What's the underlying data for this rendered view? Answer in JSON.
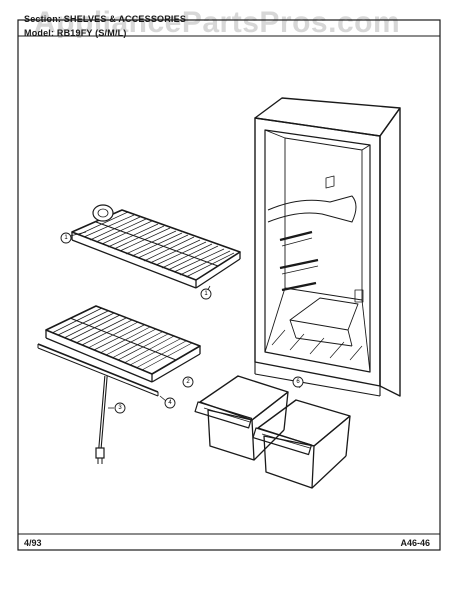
{
  "header": {
    "section": "Section: SHELVES & ACCESSORIES",
    "model": "Model: RB19FY (S/M/L)"
  },
  "footer": {
    "date": "4/93",
    "code": "A46-46"
  },
  "watermark": "AppliancePartsPros.com",
  "callouts": [
    "1",
    "1",
    "2",
    "3",
    "4",
    "6"
  ],
  "colors": {
    "line": "#1a1a1a",
    "paper": "#ffffff",
    "watermark": "#969696"
  }
}
